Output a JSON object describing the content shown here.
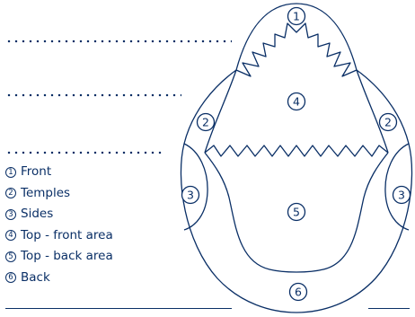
{
  "legend": [
    {
      "num": "1",
      "label": "Front"
    },
    {
      "num": "2",
      "label": "Temples"
    },
    {
      "num": "3",
      "label": "Sides"
    },
    {
      "num": "4",
      "label": "Top - front area"
    },
    {
      "num": "5",
      "label": "Top - back area"
    },
    {
      "num": "6",
      "label": "Back"
    }
  ],
  "markers": {
    "front": "1",
    "temple_left": "2",
    "temple_right": "2",
    "side_left": "3",
    "side_right": "3",
    "top_front": "4",
    "top_back": "5",
    "back": "6"
  },
  "colors": {
    "ink": "#0a2f66"
  }
}
